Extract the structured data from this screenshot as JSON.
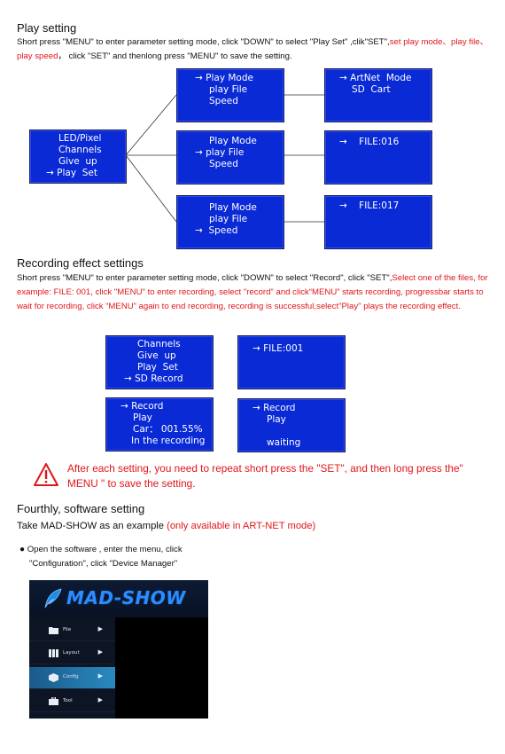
{
  "play": {
    "title": "Play  setting",
    "desc_black": "Short press \"MENU\" to enter parameter setting mode, click \"DOWN\" to select \"Play Set\" ,clik\"SET\",",
    "desc_red": "set play mode、play file、play speed",
    "desc_tail": "， click \"SET\" and thenlong press \"MENU\" to save the setting.",
    "main_menu": [
      "LED/Pixel",
      "Channels",
      "Give  up",
      "→ Play  Set"
    ],
    "mode_menu": [
      "→ Play Mode",
      "play File",
      "Speed"
    ],
    "file_menu": [
      "Play Mode",
      "→ play File",
      "Speed"
    ],
    "speed_menu": [
      "Play Mode",
      "play File",
      "→  Speed"
    ],
    "mode_result": [
      "→ ArtNet  Mode",
      "SD  Cart"
    ],
    "file_result": [
      "→    FILE:016"
    ],
    "speed_result": [
      "→    FILE:017"
    ]
  },
  "record": {
    "title": "Recording effect settings",
    "desc_black": "Short press \"MENU\" to enter parameter setting mode, click \"DOWN\" to select \"Record\", click \"SET\",",
    "desc_red": "Select one of the files, for example: FILE: 001, click \"MENU\" to enter recording, select \"record\" and click“MENU” starts recording, progressbar starts to wait for recording, click “MENU” again to end recording, recording is successful,select\"Play\" plays the recording effect.",
    "menu": [
      "Channels",
      "Give  up",
      "Play  Set",
      "→ SD Record"
    ],
    "file": [
      "→ FILE:001"
    ],
    "progress": [
      "→ Record",
      "Play",
      "Car： 001.55%",
      "In the recording"
    ],
    "waiting": [
      "→ Record",
      "Play",
      "",
      "waiting"
    ]
  },
  "warning": {
    "text": "After each setting, you need to repeat short press the \"SET\", and then long press the\" MENU \" to save the setting."
  },
  "software": {
    "title": "Fourthly, software setting",
    "intro_black": "Take MAD-SHOW as an example ",
    "intro_red": "(only available in ART-NET mode)",
    "bullet_line1": "Open the software , enter the menu, click",
    "bullet_line2": "\"Configuration\", click \"Device Manager\"",
    "app_logo": "MAD-SHOW",
    "menu": [
      {
        "label": "File",
        "icon": "folder-icon"
      },
      {
        "label": "Layout",
        "icon": "layout-icon"
      },
      {
        "label": "Config",
        "icon": "cube-icon"
      },
      {
        "label": "Tool",
        "icon": "toolbox-icon"
      }
    ],
    "active_menu": "Config"
  },
  "colors": {
    "lcd_blue": "#0a2ad6",
    "red": "#e0161b"
  }
}
